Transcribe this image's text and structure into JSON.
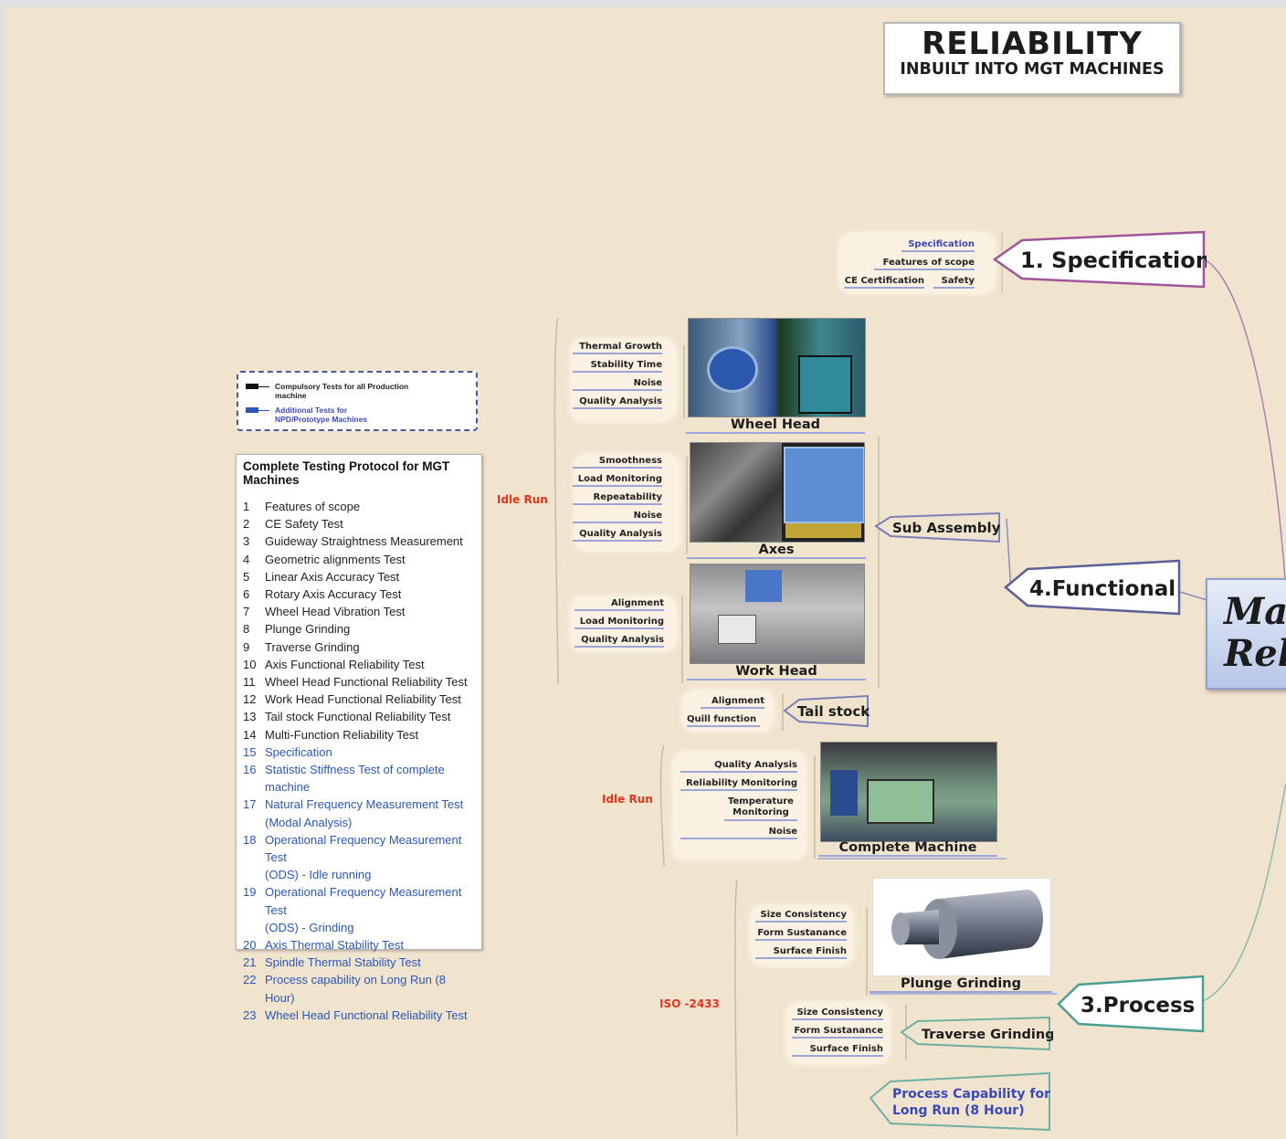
{
  "title": {
    "main": "RELIABILITY",
    "sub": "INBUILT INTO MGT MACHINES"
  },
  "legend": {
    "compulsory": "Compulsory Tests for all Production machine",
    "additional": "Additional Tests for NPD/Prototype Machines"
  },
  "protocol": {
    "heading": "Complete Testing Protocol for MGT Machines",
    "items": [
      {
        "n": "1",
        "text": "Features of scope"
      },
      {
        "n": "2",
        "text": "CE Safety Test"
      },
      {
        "n": "3",
        "text": "Guideway Straightness Measurement"
      },
      {
        "n": "4",
        "text": "Geometric alignments Test"
      },
      {
        "n": "5",
        "text": "Linear Axis Accuracy Test"
      },
      {
        "n": "6",
        "text": "Rotary Axis Accuracy Test"
      },
      {
        "n": "7",
        "text": "Wheel Head Vibration Test"
      },
      {
        "n": "8",
        "text": "Plunge Grinding"
      },
      {
        "n": "9",
        "text": "Traverse Grinding"
      },
      {
        "n": "10",
        "text": "Axis Functional Reliability Test"
      },
      {
        "n": "11",
        "text": "Wheel Head Functional Reliability Test"
      },
      {
        "n": "12",
        "text": "Work Head Functional Reliability Test"
      },
      {
        "n": "13",
        "text": "Tail stock Functional Reliability Test"
      },
      {
        "n": "14",
        "text": "Multi-Function Reliability Test"
      },
      {
        "n": "15",
        "text": "Specification"
      },
      {
        "n": "16",
        "text": "Statistic Stiffness Test of complete machine"
      },
      {
        "n": "17",
        "text": "Natural Frequency Measurement Test"
      },
      {
        "n": "",
        "text": "(Modal Analysis)"
      },
      {
        "n": "18",
        "text": "Operational Frequency Measurement Test"
      },
      {
        "n": "",
        "text": "(ODS) - Idle running"
      },
      {
        "n": "19",
        "text": "Operational Frequency Measurement Test"
      },
      {
        "n": "",
        "text": "(ODS) - Grinding"
      },
      {
        "n": "20",
        "text": "Axis Thermal Stability Test"
      },
      {
        "n": "21",
        "text": "Spindle Thermal Stability Test"
      },
      {
        "n": "22",
        "text": "Process capability on Long Run (8 Hour)"
      },
      {
        "n": "23",
        "text": "Wheel Head Functional Reliability Test"
      }
    ]
  },
  "nodes": {
    "specification": "1. Specification",
    "functional": "4.Functional",
    "process": "3.Process",
    "center": "Ma Rel",
    "sub_assembly": "Sub Assembly",
    "tail_stock": "Tail stock",
    "traverse": "Traverse Grinding",
    "long_run": "Process Capability for Long Run (8 Hour)"
  },
  "spec_leaves": {
    "specification": "Specification",
    "features": "Features of scope",
    "ce": "CE Certification",
    "safety": "Safety"
  },
  "wheel_head": {
    "label": "Wheel Head",
    "leaves": [
      "Thermal Growth",
      "Stability Time",
      "Noise",
      "Quality Analysis"
    ]
  },
  "axes": {
    "label": "Axes",
    "leaves": [
      "Smoothness",
      "Load Monitoring",
      "Repeatability",
      "Noise",
      "Quality Analysis"
    ]
  },
  "work_head": {
    "label": "Work Head",
    "leaves": [
      "Alignment",
      "Load Monitoring",
      "Quality Analysis"
    ]
  },
  "tail_leaves": [
    "Alignment",
    "Quill function"
  ],
  "complete_machine": {
    "label": "Complete Machine",
    "leaves": [
      "Quality Analysis",
      "Reliability Monitoring",
      "Temperature Monitoring",
      "Noise"
    ]
  },
  "plunge": {
    "label": "Plunge Grinding",
    "leaves": [
      "Size Consistency",
      "Form Sustanance",
      "Surface Finish"
    ]
  },
  "traverse_leaves": [
    "Size Consistency",
    "Form Sustanance",
    "Surface Finish"
  ],
  "red_labels": {
    "idle1": "Idle Run",
    "idle2": "Idle Run",
    "iso": "ISO -2433"
  },
  "colors": {
    "background": "#f1e4cf",
    "spec_border": "#a0559b",
    "functional_border": "#5a5f9a",
    "process_border": "#4d9f95",
    "leaf_underline": "#9aa6d6",
    "red": "#e0341c",
    "blue_text": "#2b57b8"
  }
}
